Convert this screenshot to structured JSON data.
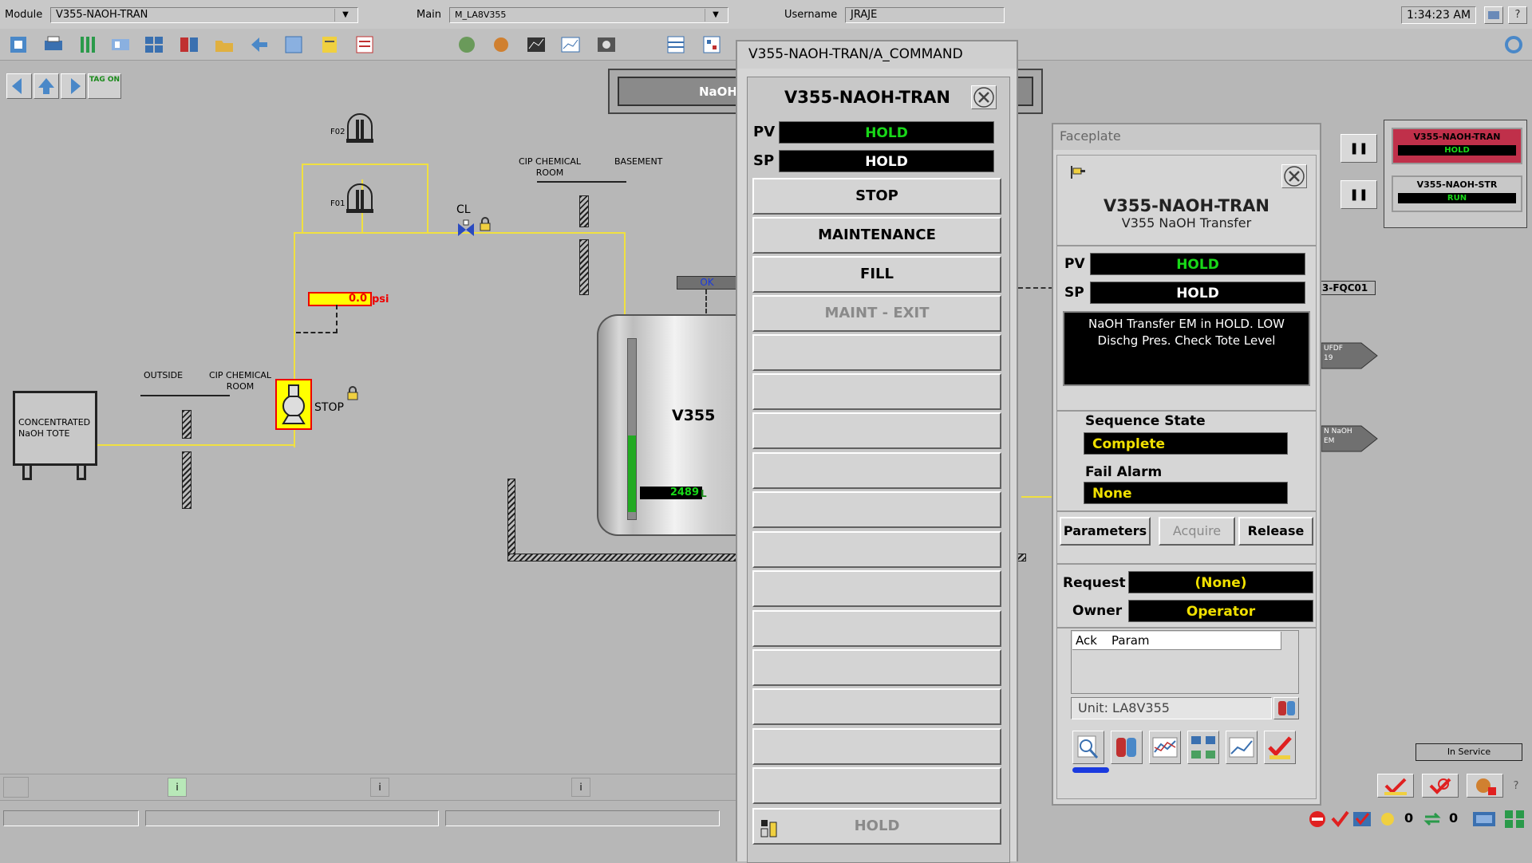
{
  "topbar": {
    "module_label": "Module",
    "module_value": "V355-NAOH-TRAN",
    "main_label": "Main",
    "main_value": "M_LA8V355",
    "username_label": "Username",
    "username_value": "JRAJE",
    "time": "1:34:23 AM"
  },
  "nav": {
    "tag_on": "TAG ON"
  },
  "graphic": {
    "title_banner": "NaOH S",
    "f02": "F02",
    "f01": "F01",
    "cl": "CL",
    "cip_room_1": "CIP CHEMICAL\nROOM",
    "basement": "BASEMENT",
    "pressure_value": "0.0",
    "pressure_unit": "psi",
    "outside": "OUTSIDE",
    "cip_room_2": "CIP CHEMICAL\nROOM",
    "tote_label": "CONCENTRATED\nNaOH TOTE",
    "pump_state": "STOP",
    "tank_ok": "OK",
    "tank_name": "V355",
    "tank_level": "2489",
    "tank_level_unit": "L",
    "fqc": "3-FQC01",
    "arrow1": "UFDF\n19",
    "arrow2": "N NaOH\nEM"
  },
  "command": {
    "window_title": "V355-NAOH-TRAN/A_COMMAND",
    "name": "V355-NAOH-TRAN",
    "pv_label": "PV",
    "pv": "HOLD",
    "sp_label": "SP",
    "sp": "HOLD",
    "buttons": [
      "STOP",
      "MAINTENANCE",
      "FILL",
      "MAINT - EXIT"
    ],
    "bottom_button": "HOLD"
  },
  "faceplate": {
    "window_title": "Faceplate",
    "name": "V355-NAOH-TRAN",
    "desc": "V355 NaOH Transfer",
    "pv_label": "PV",
    "pv": "HOLD",
    "sp_label": "SP",
    "sp": "HOLD",
    "message": "NaOH Transfer EM in HOLD. LOW Dischg Pres. Check Tote Level",
    "seq_state_label": "Sequence State",
    "seq_state": "Complete",
    "fail_alarm_label": "Fail Alarm",
    "fail_alarm": "None",
    "btn_parameters": "Parameters",
    "btn_acquire": "Acquire",
    "btn_release": "Release",
    "request_label": "Request",
    "request": "(None)",
    "owner_label": "Owner",
    "owner": "Operator",
    "col_ack": "Ack",
    "col_param": "Param",
    "unit": "Unit: LA8V355"
  },
  "right_panel": {
    "item1_name": "V355-NAOH-TRAN",
    "item1_state": "HOLD",
    "item2_name": "V355-NAOH-STR",
    "item2_state": "RUN",
    "in_service": "In Service"
  },
  "status": {
    "count1": "0",
    "count2": "0",
    "info": "i"
  },
  "colors": {
    "pipe": "#f0e040",
    "pv_green": "#18d818",
    "value_yellow": "#f0e000",
    "alarm_red": "#c0304a"
  }
}
